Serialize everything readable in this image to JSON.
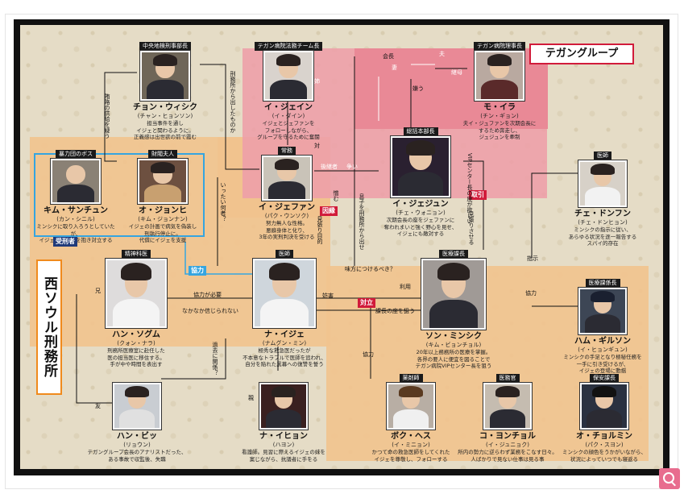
{
  "titles": {
    "group": "テガングループ",
    "prison": "西ソウル刑務所"
  },
  "characters": [
    {
      "key": "chung",
      "role": "中央地検刑事部長",
      "name": "チョン・ウィシク",
      "actor": "(チャン・ヒョンソン)",
      "desc": "担当事件を通し\nイジェと関わるように。\n正義感は出世欲の前で霞む"
    },
    {
      "key": "ijane",
      "role": "テガン病院法務チーム長",
      "name": "イ・ジェイン",
      "actor": "(イ・ダイン)",
      "desc": "イジェとジェファンを\nフォローしながら、\nグループを守るために奮闘"
    },
    {
      "key": "mora",
      "role": "テガン病院理事長",
      "name": "モ・イラ",
      "actor": "(チン・ギョン)",
      "desc": "夫イ・ジュファンを次期会長に\nするため奔走し、\nジュジュンを牽制"
    },
    {
      "key": "kim",
      "role": "暴力団のボス",
      "name": "キム・サンチュン",
      "actor": "(カン・シニル)",
      "desc": "ミンシクに取り入ろうとしていたが、\nイジェに不快感を抱き対立する"
    },
    {
      "key": "ohjh",
      "role": "財閥夫人",
      "name": "オ・ジョンヒ",
      "actor": "(キム・ジョンナン)",
      "desc": "イジェの計画で病気を偽装し\n刑執行停止に。\n代償にイジェを支援"
    },
    {
      "key": "jaefan",
      "role": "常務",
      "name": "イ・ジェファン",
      "actor": "(パク・ウンソク)",
      "desc": "努力無人な性格。\n悪癖身体と化り、\n3年の実刑判決を受ける"
    },
    {
      "key": "ijoon",
      "role": "総括本部長",
      "name": "イ・ジェジュン",
      "actor": "(チェ・ウォニョン)",
      "desc": "次期会長の座をジェファンに\n奪われまいと強く野心を見せ、\nイジェにも敵対する"
    },
    {
      "key": "chae",
      "role": "医師",
      "name": "チェ・ドンフン",
      "actor": "(チェ・ドンヒョン)",
      "desc": "ミンシクの指示に従い、\nあらゆる状況を逐一報告する\nスパイ的存在"
    },
    {
      "key": "han",
      "role": "精神科医",
      "name": "ハン・ソグム",
      "actor": "(クォン・ナラ)",
      "desc": "刑務所医療室に赴任した\n医の担当医に移住する。\n手が中や時間を表出す"
    },
    {
      "key": "naije",
      "role": "医師",
      "name": "ナ・イジェ",
      "actor": "(ナムグン・ミン)",
      "desc": "極秀な救急医だったが\n不本意なトラブルで医師を追われ、\n自分を陥れた黒幕への復讐を誓う"
    },
    {
      "key": "song",
      "role": "医療課長",
      "name": "ソン・ミンシク",
      "actor": "(キム・ビョンチョル)",
      "desc": "20年以上務務所の医療を掌握。\n各界の要人に便宜を図ることで\nテガン病院VIPセンター長を狙う"
    },
    {
      "key": "ham",
      "role": "医療課係長",
      "name": "ハム・ギルソン",
      "actor": "(イ・ヒョンギュン)",
      "desc": "ミンシクの手足となり極秘任務を\n一手に引き受けるが、\nイジェの登場に動揺"
    },
    {
      "key": "hanbit",
      "role": "",
      "name": "ハン・ビッ",
      "actor": "(リョウン)",
      "desc": "テガングループ会長のアナリストだった、\nある事故で収監後、失職"
    },
    {
      "key": "nahyeon",
      "role": "",
      "name": "ナ・イヒョン",
      "actor": "(ハヨン)",
      "desc": "看護師。見習に際えるイジェの妹を\n案じながら、抗議者に手をる"
    },
    {
      "key": "bok",
      "role": "薬剤師",
      "name": "ボク・ヘス",
      "actor": "(イ・ミニョン)",
      "desc": "かつて命の救急医師をしてくれた\nイジェを尊敬し、フォローする"
    },
    {
      "key": "ko",
      "role": "医務官",
      "name": "コ・ヨンチョル",
      "actor": "(イ・ジュニョク)",
      "desc": "所内の勢力に逆らわず業務をこなす日々。\n人ばかりで見ない仕事は見る事"
    },
    {
      "key": "oh",
      "role": "保安課長",
      "name": "オ・チョルミン",
      "actor": "(パク・スヨン)",
      "desc": "ミンシクの顔色をうかがいながら、\n状況によっていつでも寝返る"
    }
  ],
  "relations": {
    "r1": "賄賂の供給を疑う",
    "r2": "刑務所から出したものか",
    "r3": "対",
    "r4": "夫",
    "r5": "会長",
    "r6": "継母",
    "r7": "姉",
    "r8": "嫌う",
    "r9": "争い",
    "r10": "妻",
    "r11": "憎む",
    "r12": "後継者",
    "r13": "受刑者",
    "r14": "いったい何者？",
    "r15": "見張り目的",
    "r16": "取引",
    "r17": "息子を刑務所から出せ",
    "r18": "VIPセンター長の座が欲しい",
    "r19": "見張りさせる",
    "r20": "味方につけるべき？",
    "r21": "利用",
    "r22": "指示",
    "r23": "協力が必要",
    "r24": "なかなか信じられない",
    "r25": "妨害",
    "r26": "課長の座を狙う",
    "r27": "協力",
    "r28": "過去に関係？",
    "r29": "協力",
    "r30": "兄",
    "r31": "友",
    "r32": "親"
  },
  "tags": {
    "coop": "協力",
    "rival": "因縁",
    "deal": "取引",
    "oppose": "対立",
    "inmate": "受刑者"
  }
}
